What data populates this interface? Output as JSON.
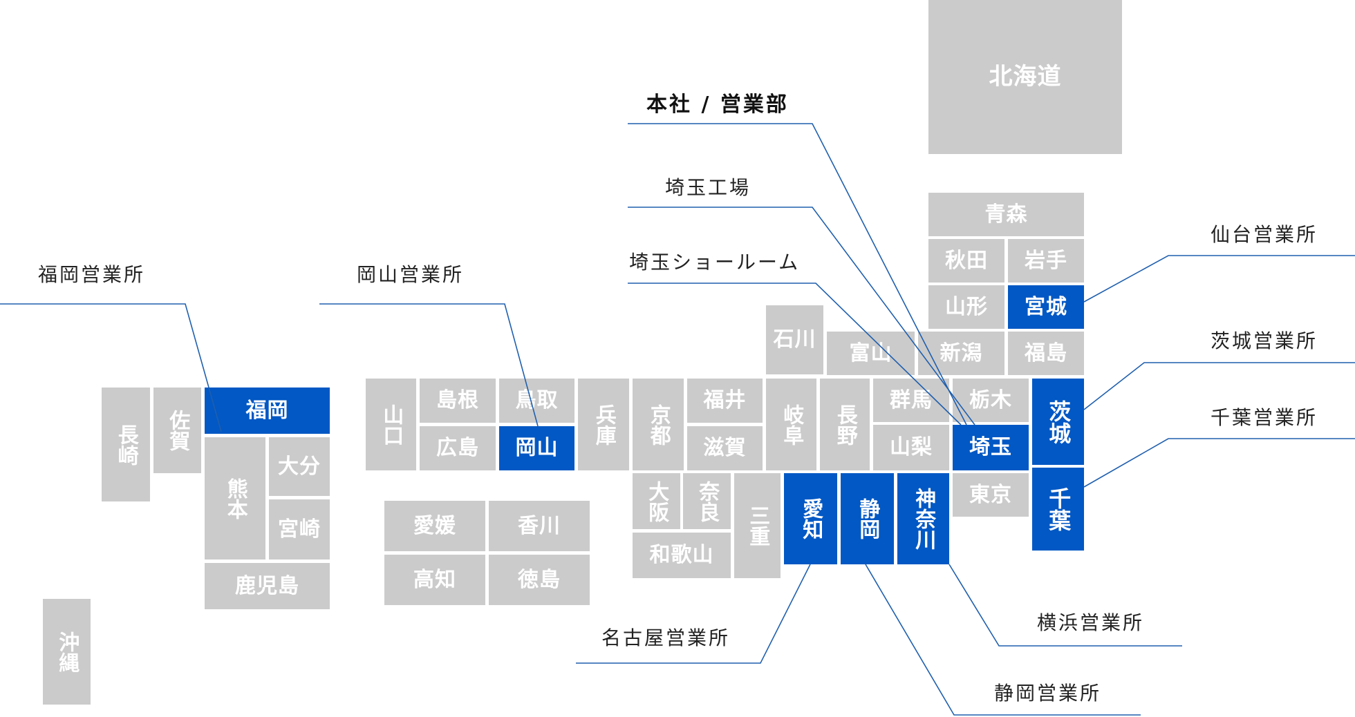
{
  "colors": {
    "prefecture": "#cbcbcb",
    "office": "#0258c4",
    "leader_line": "#1f5fae"
  },
  "prefectures": [
    {
      "id": "hokkaido",
      "name": "北海道",
      "office": false
    },
    {
      "id": "aomori",
      "name": "青森",
      "office": false
    },
    {
      "id": "akita",
      "name": "秋田",
      "office": false
    },
    {
      "id": "iwate",
      "name": "岩手",
      "office": false
    },
    {
      "id": "yamagata",
      "name": "山形",
      "office": false
    },
    {
      "id": "miyagi",
      "name": "宮城",
      "office": true
    },
    {
      "id": "niigata",
      "name": "新潟",
      "office": false
    },
    {
      "id": "fukushima",
      "name": "福島",
      "office": false
    },
    {
      "id": "ishikawa",
      "name": "石川",
      "office": false
    },
    {
      "id": "toyama",
      "name": "富山",
      "office": false
    },
    {
      "id": "tochigi",
      "name": "栃木",
      "office": false
    },
    {
      "id": "gunma",
      "name": "群馬",
      "office": false
    },
    {
      "id": "ibaraki",
      "name": "茨城",
      "office": true
    },
    {
      "id": "saitama",
      "name": "埼玉",
      "office": true
    },
    {
      "id": "yamanashi",
      "name": "山梨",
      "office": false
    },
    {
      "id": "tokyo",
      "name": "東京",
      "office": false
    },
    {
      "id": "chiba",
      "name": "千葉",
      "office": true
    },
    {
      "id": "kanagawa",
      "name": "神奈川",
      "office": true
    },
    {
      "id": "shizuoka",
      "name": "静岡",
      "office": true
    },
    {
      "id": "aichi",
      "name": "愛知",
      "office": true
    },
    {
      "id": "nagano",
      "name": "長野",
      "office": false
    },
    {
      "id": "gifu",
      "name": "岐阜",
      "office": false
    },
    {
      "id": "fukui",
      "name": "福井",
      "office": false
    },
    {
      "id": "shiga",
      "name": "滋賀",
      "office": false
    },
    {
      "id": "kyoto",
      "name": "京都",
      "office": false
    },
    {
      "id": "hyogo",
      "name": "兵庫",
      "office": false
    },
    {
      "id": "tottori",
      "name": "鳥取",
      "office": false
    },
    {
      "id": "okayama",
      "name": "岡山",
      "office": true
    },
    {
      "id": "shimane",
      "name": "島根",
      "office": false
    },
    {
      "id": "hiroshima",
      "name": "広島",
      "office": false
    },
    {
      "id": "yamaguchi",
      "name": "山口",
      "office": false
    },
    {
      "id": "osaka",
      "name": "大阪",
      "office": false
    },
    {
      "id": "nara",
      "name": "奈良",
      "office": false
    },
    {
      "id": "wakayama",
      "name": "和歌山",
      "office": false
    },
    {
      "id": "mie",
      "name": "三重",
      "office": false
    },
    {
      "id": "ehime",
      "name": "愛媛",
      "office": false
    },
    {
      "id": "kagawa",
      "name": "香川",
      "office": false
    },
    {
      "id": "kochi",
      "name": "高知",
      "office": false
    },
    {
      "id": "tokushima",
      "name": "徳島",
      "office": false
    },
    {
      "id": "fukuoka",
      "name": "福岡",
      "office": true
    },
    {
      "id": "saga",
      "name": "佐賀",
      "office": false
    },
    {
      "id": "nagasaki",
      "name": "長崎",
      "office": false
    },
    {
      "id": "kumamoto",
      "name": "熊本",
      "office": false
    },
    {
      "id": "oita",
      "name": "大分",
      "office": false
    },
    {
      "id": "miyazaki",
      "name": "宮崎",
      "office": false
    },
    {
      "id": "kagoshima",
      "name": "鹿児島",
      "office": false
    },
    {
      "id": "okinawa",
      "name": "沖縄",
      "office": false
    }
  ],
  "offices": [
    {
      "id": "hq",
      "name": "本社 / 営業部",
      "prefecture": "saitama"
    },
    {
      "id": "saitama-factory",
      "name": "埼玉工場",
      "prefecture": "saitama"
    },
    {
      "id": "saitama-showroom",
      "name": "埼玉ショールーム",
      "prefecture": "saitama"
    },
    {
      "id": "sendai",
      "name": "仙台営業所",
      "prefecture": "miyagi"
    },
    {
      "id": "ibaraki-office",
      "name": "茨城営業所",
      "prefecture": "ibaraki"
    },
    {
      "id": "chiba-office",
      "name": "千葉営業所",
      "prefecture": "chiba"
    },
    {
      "id": "yokohama",
      "name": "横浜営業所",
      "prefecture": "kanagawa"
    },
    {
      "id": "shizuoka-office",
      "name": "静岡営業所",
      "prefecture": "shizuoka"
    },
    {
      "id": "nagoya",
      "name": "名古屋営業所",
      "prefecture": "aichi"
    },
    {
      "id": "okayama-office",
      "name": "岡山営業所",
      "prefecture": "okayama"
    },
    {
      "id": "fukuoka-office",
      "name": "福岡営業所",
      "prefecture": "fukuoka"
    }
  ]
}
